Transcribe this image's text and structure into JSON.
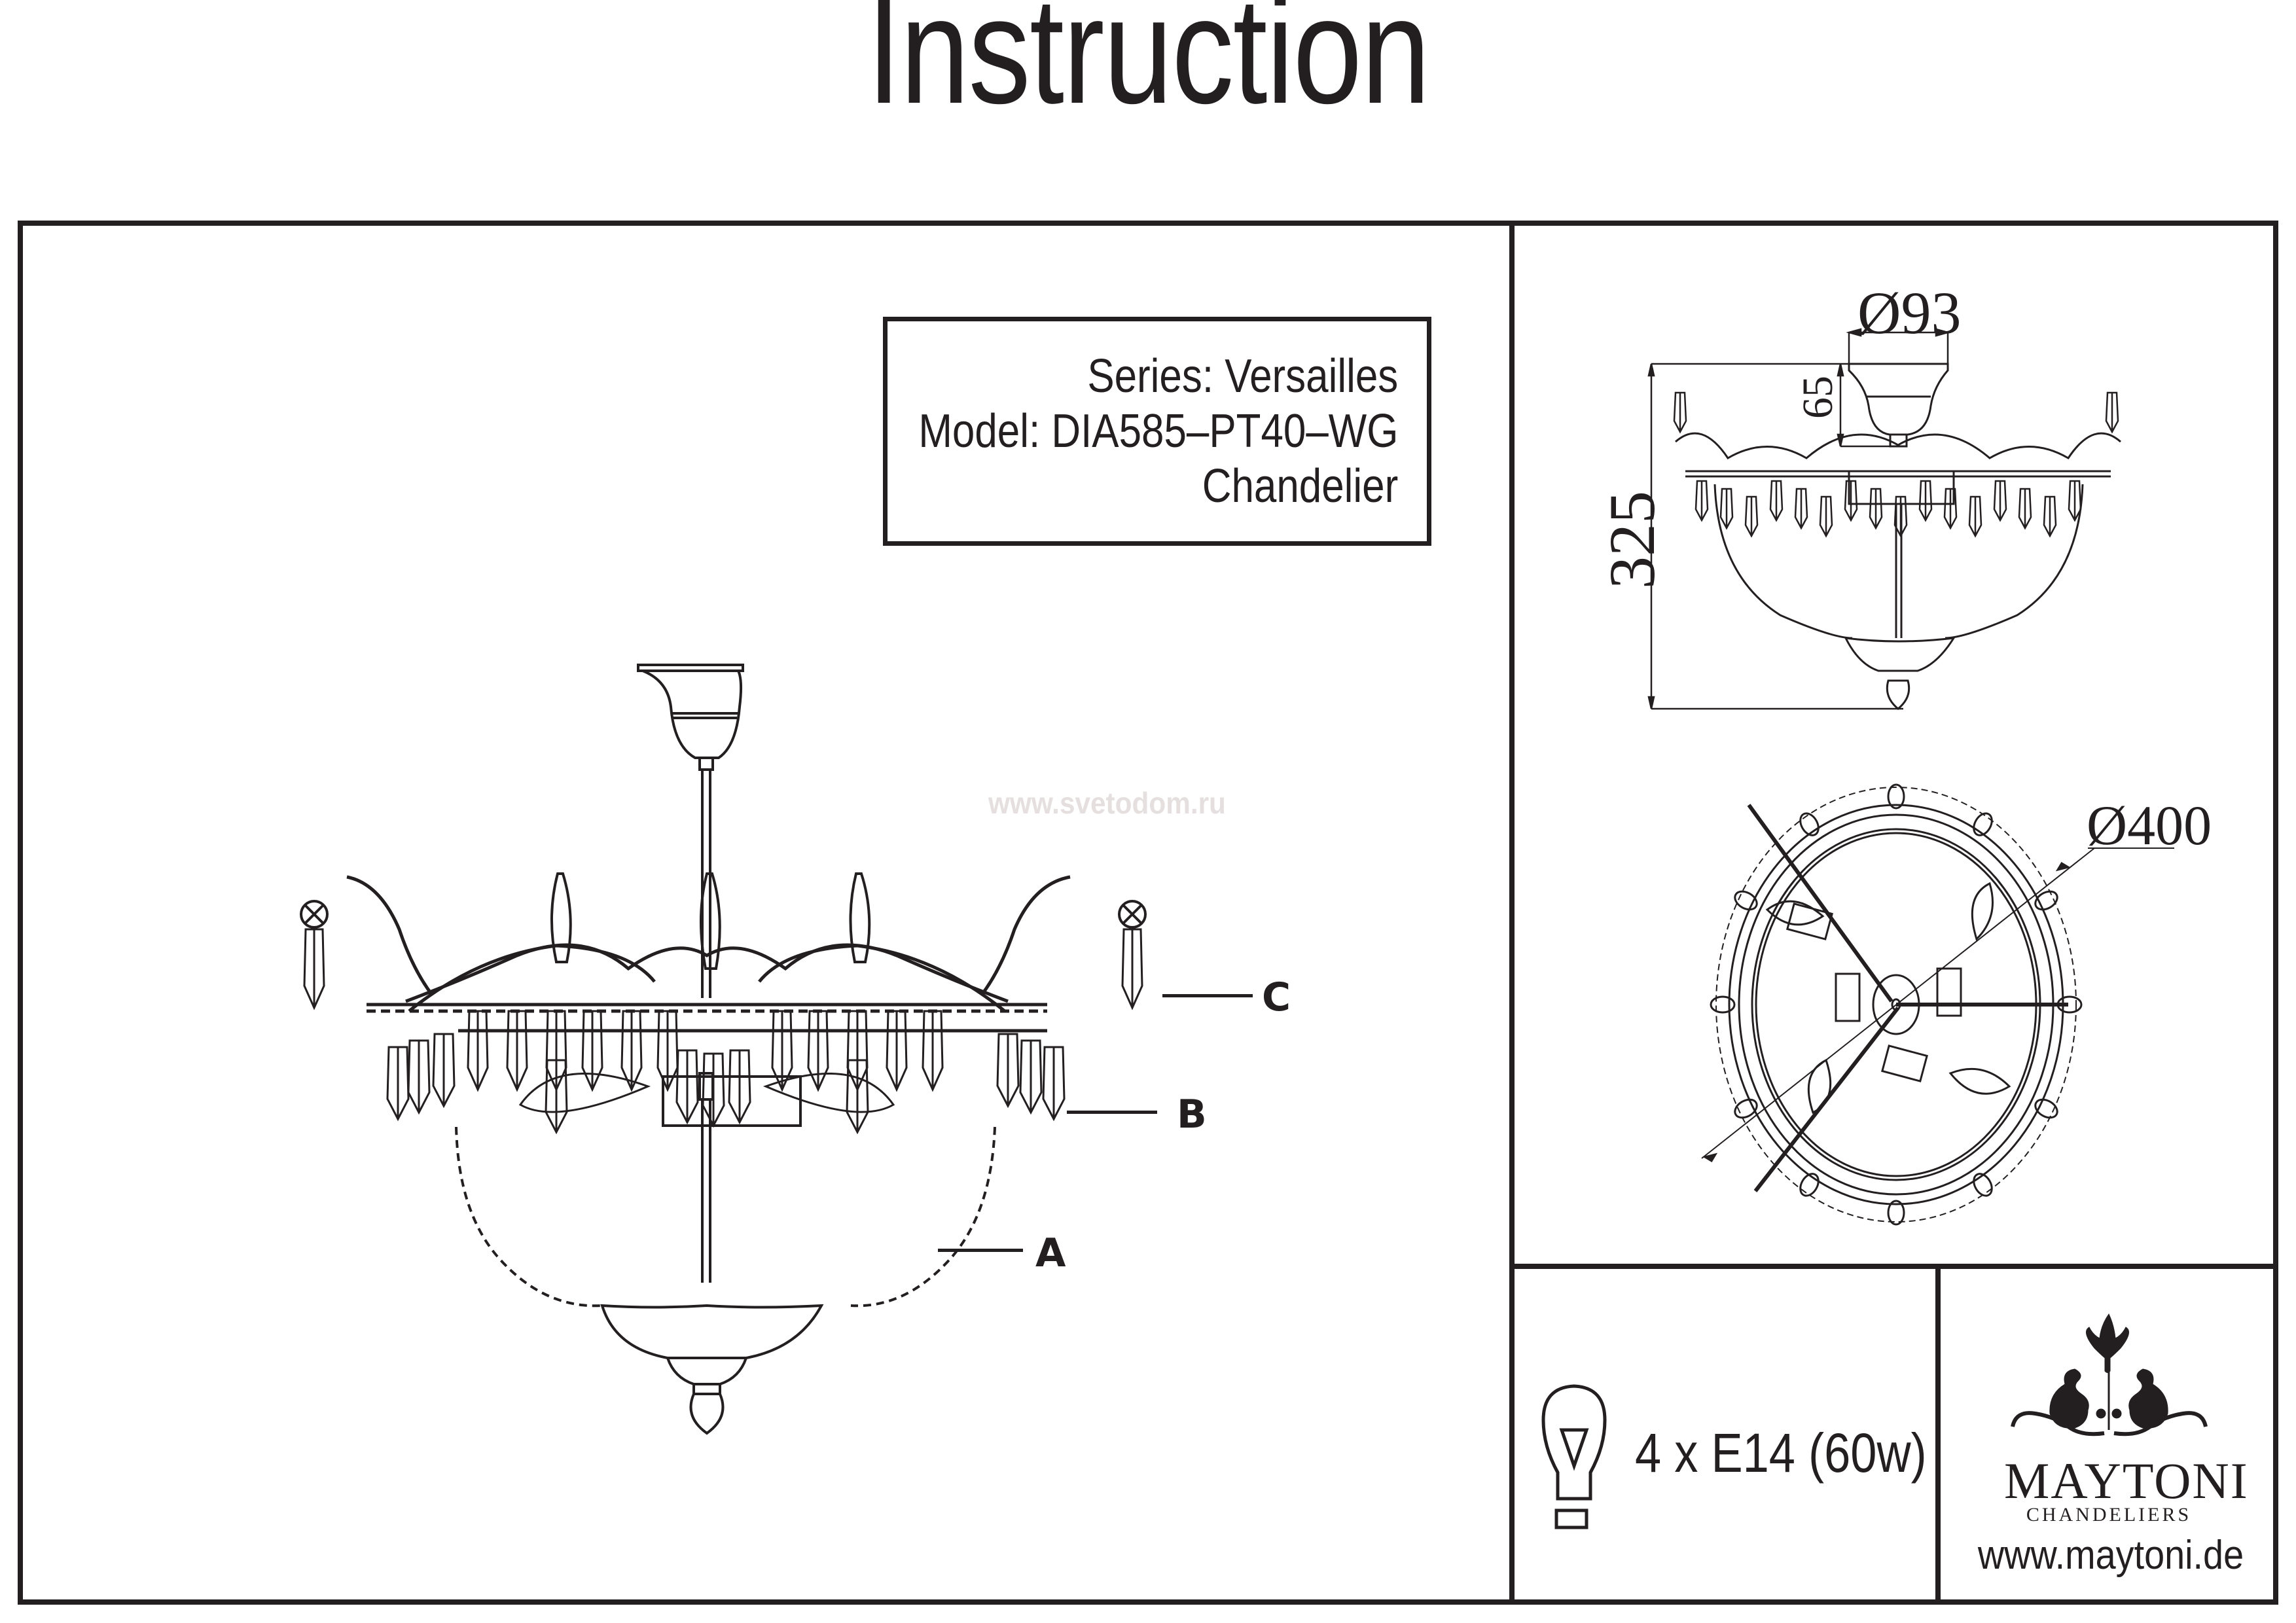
{
  "document": {
    "title": "Instruction",
    "watermark": "www.svetodom.ru"
  },
  "product_info": {
    "series_line": "Series: Versailles",
    "model_line": "Model: DIA585–PT40–WG",
    "type_line": "Chandelier"
  },
  "front_view": {
    "callouts": [
      {
        "id": "A",
        "label": "A",
        "part": "glass-bowl"
      },
      {
        "id": "B",
        "label": "B",
        "part": "lower-crystal-pendants"
      },
      {
        "id": "C",
        "label": "C",
        "part": "upper-crystal-pendants"
      }
    ]
  },
  "dimensions": {
    "canopy_diameter": "Ø93",
    "canopy_height": "65",
    "total_height": "325",
    "overall_diameter": "Ø400",
    "unit": "mm"
  },
  "lamp_spec": {
    "icon": "light-bulb-icon",
    "text": "4 x E14 (60w)",
    "count": 4,
    "socket": "E14",
    "wattage": "60w"
  },
  "brand": {
    "logo_icon": "maytoni-ornament-icon",
    "name": "MAYTONI",
    "subtitle": "CHANDELIERS",
    "url": "www.maytoni.de"
  },
  "colors": {
    "ink": "#231f20",
    "watermark": "#e5e0df",
    "background": "#ffffff"
  }
}
